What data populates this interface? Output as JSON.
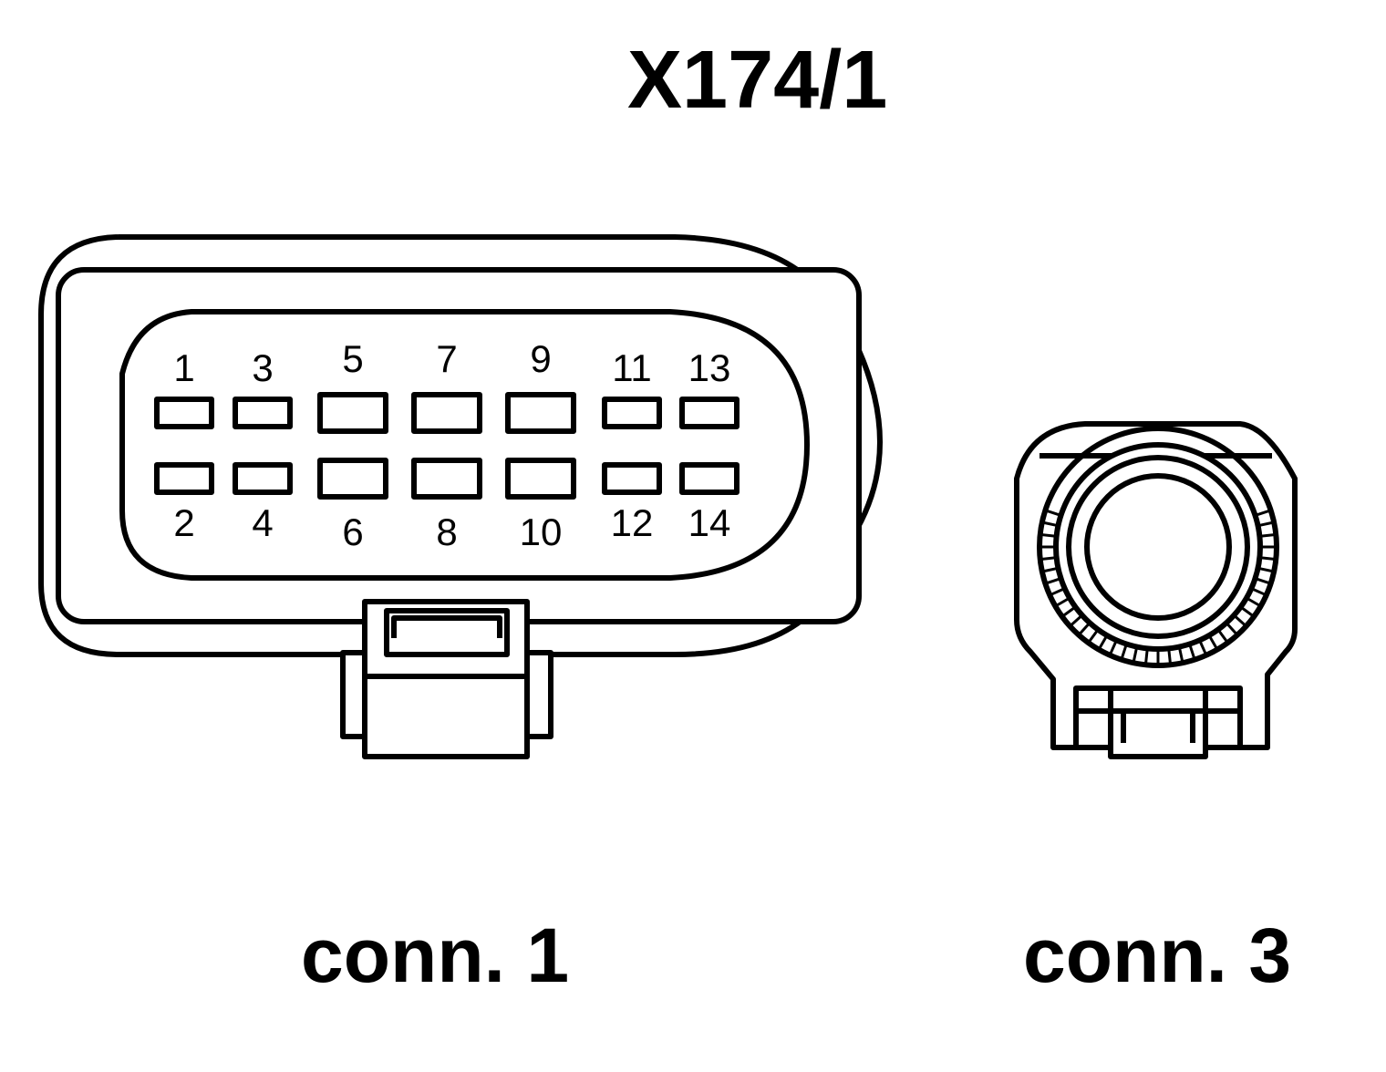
{
  "title": "X174/1",
  "connectors": [
    {
      "caption": "conn. 1",
      "pins": [
        {
          "label": "1"
        },
        {
          "label": "2"
        },
        {
          "label": "3"
        },
        {
          "label": "4"
        },
        {
          "label": "5"
        },
        {
          "label": "6"
        },
        {
          "label": "7"
        },
        {
          "label": "8"
        },
        {
          "label": "9"
        },
        {
          "label": "10"
        },
        {
          "label": "11"
        },
        {
          "label": "12"
        },
        {
          "label": "13"
        },
        {
          "label": "14"
        }
      ]
    },
    {
      "caption": "conn. 3"
    }
  ]
}
